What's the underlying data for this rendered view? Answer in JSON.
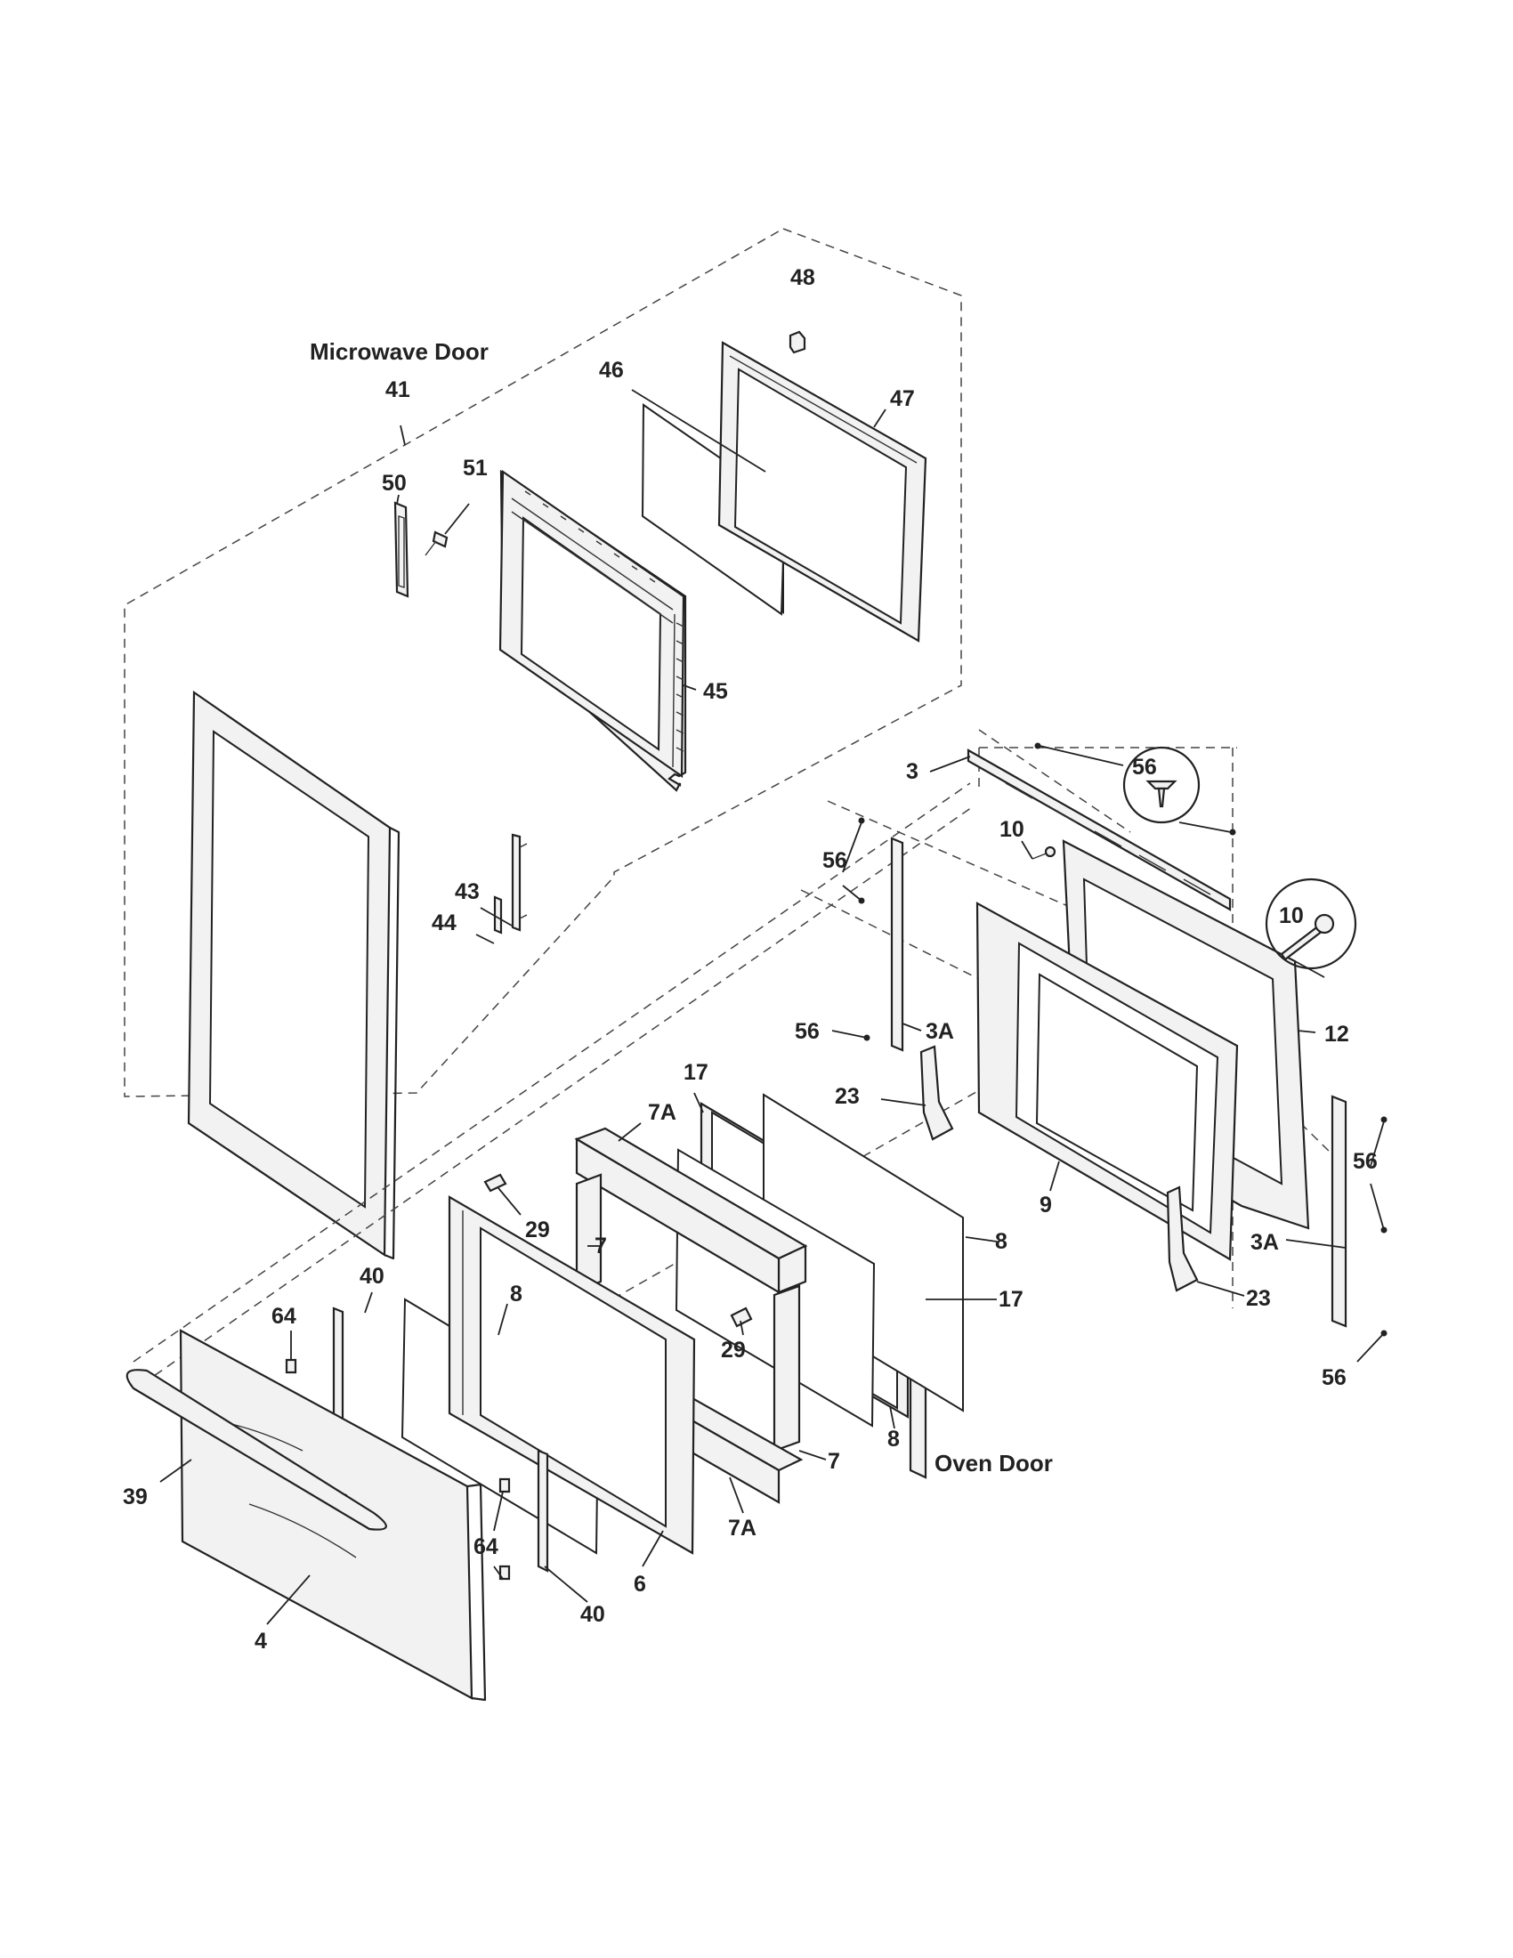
{
  "titles": {
    "microwave_door": "Microwave Door",
    "oven_door": "Oven Door"
  },
  "callouts": [
    {
      "id": "c48",
      "text": "48"
    },
    {
      "id": "c41",
      "text": "41"
    },
    {
      "id": "c46",
      "text": "46"
    },
    {
      "id": "c47",
      "text": "47"
    },
    {
      "id": "c50",
      "text": "50"
    },
    {
      "id": "c51",
      "text": "51"
    },
    {
      "id": "c45",
      "text": "45"
    },
    {
      "id": "c43",
      "text": "43"
    },
    {
      "id": "c44",
      "text": "44"
    },
    {
      "id": "c3",
      "text": "3"
    },
    {
      "id": "c56a",
      "text": "56"
    },
    {
      "id": "c10a",
      "text": "10"
    },
    {
      "id": "c56b",
      "text": "56"
    },
    {
      "id": "c10b",
      "text": "10"
    },
    {
      "id": "c3Aa",
      "text": "3A"
    },
    {
      "id": "c56c",
      "text": "56"
    },
    {
      "id": "c12",
      "text": "12"
    },
    {
      "id": "c17a",
      "text": "17"
    },
    {
      "id": "c23a",
      "text": "23"
    },
    {
      "id": "c7Aa",
      "text": "7A"
    },
    {
      "id": "c9",
      "text": "9"
    },
    {
      "id": "c56d",
      "text": "56"
    },
    {
      "id": "c29a",
      "text": "29"
    },
    {
      "id": "c7a",
      "text": "7"
    },
    {
      "id": "c8a",
      "text": "8"
    },
    {
      "id": "c3Ab",
      "text": "3A"
    },
    {
      "id": "c40a",
      "text": "40"
    },
    {
      "id": "c8b",
      "text": "8"
    },
    {
      "id": "c17b",
      "text": "17"
    },
    {
      "id": "c23b",
      "text": "23"
    },
    {
      "id": "c64a",
      "text": "64"
    },
    {
      "id": "c29b",
      "text": "29"
    },
    {
      "id": "c56e",
      "text": "56"
    },
    {
      "id": "c7b",
      "text": "7"
    },
    {
      "id": "c8c",
      "text": "8"
    },
    {
      "id": "c39",
      "text": "39"
    },
    {
      "id": "c7Ab",
      "text": "7A"
    },
    {
      "id": "c64b",
      "text": "64"
    },
    {
      "id": "c6",
      "text": "6"
    },
    {
      "id": "c40b",
      "text": "40"
    },
    {
      "id": "c4",
      "text": "4"
    }
  ]
}
